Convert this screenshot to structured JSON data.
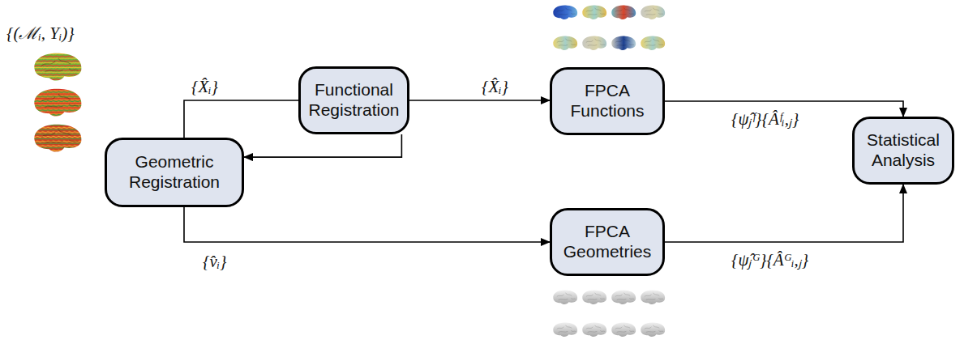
{
  "diagram": {
    "nodes": [
      {
        "text": [
          "Geometric Registration"
        ]
      },
      {
        "text": [
          "Functional Registration"
        ]
      },
      {
        "text": [
          "FPCA Functions"
        ]
      },
      {
        "text": [
          "FPCA Geometries"
        ]
      },
      {
        "text": [
          "Statistical Analysis"
        ]
      }
    ],
    "edges": [
      {
        "from": 0,
        "to": 1,
        "label": "{X̂ᵢ}",
        "arrow": "none"
      },
      {
        "from": 1,
        "to": 0,
        "arrow": "to"
      },
      {
        "from": 1,
        "to": 2,
        "label": "{X̂ᵢ}",
        "arrow": "to"
      },
      {
        "from": 0,
        "to": 3,
        "label": "{v̂ᵢ}",
        "arrow": "to"
      },
      {
        "from": 2,
        "to": 4,
        "label": "{ψ̂ⱼᶠ}{Âᶠᵢ,ⱼ}",
        "arrow": "to"
      },
      {
        "from": 3,
        "to": 4,
        "label": "{ψ̂ⱼᴳ}{Âᴳᵢ,ⱼ}",
        "arrow": "to"
      }
    ],
    "labels": [
      "{(ℳᵢ, Yᵢ)}"
    ]
  }
}
